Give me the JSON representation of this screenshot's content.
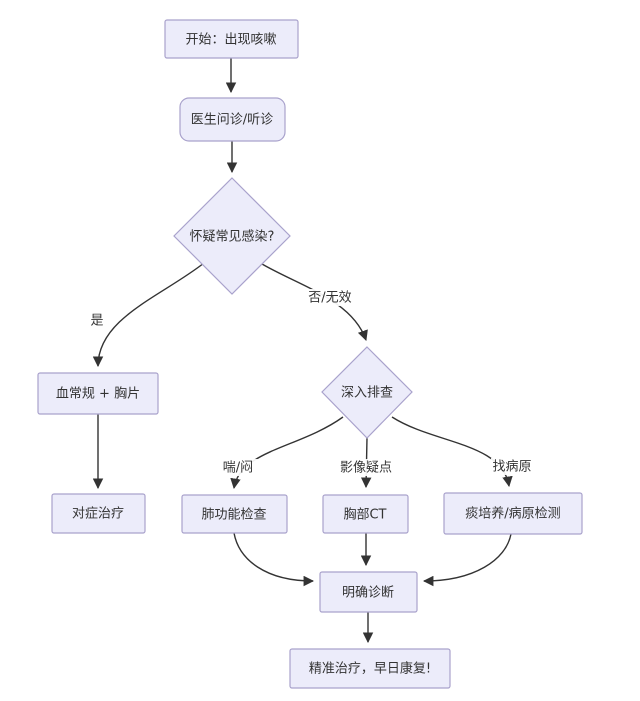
{
  "diagram": {
    "type": "flowchart",
    "topic": "cough-diagnosis-workflow",
    "colors": {
      "node_fill": "#ececfa",
      "node_border": "#a9a2cc",
      "edge": "#333333",
      "text": "#333333",
      "background": "#ffffff"
    },
    "nodes": {
      "start": {
        "label": "开始：出现咳嗽",
        "shape": "rect"
      },
      "consult": {
        "label": "医生问诊/听诊",
        "shape": "rounded-rect"
      },
      "suspect_infection": {
        "label": "怀疑常见感染?",
        "shape": "diamond"
      },
      "blood_xray": {
        "label": "血常规 + 胸片",
        "shape": "rect"
      },
      "symptomatic_treatment": {
        "label": "对症治疗",
        "shape": "rect"
      },
      "deep_investigation": {
        "label": "深入排查",
        "shape": "diamond"
      },
      "lung_function": {
        "label": "肺功能检查",
        "shape": "rect"
      },
      "chest_ct": {
        "label": "胸部CT",
        "shape": "rect"
      },
      "sputum_culture": {
        "label": "痰培养/病原检测",
        "shape": "rect"
      },
      "confirmed_diagnosis": {
        "label": "明确诊断",
        "shape": "rect"
      },
      "precise_treatment": {
        "label": "精准治疗，早日康复!",
        "shape": "rect"
      }
    },
    "edge_labels": {
      "yes": "是",
      "no_ineffective": "否/无效",
      "wheeze": "喘/闷",
      "imaging_suspicion": "影像疑点",
      "find_pathogen": "找病原"
    }
  }
}
